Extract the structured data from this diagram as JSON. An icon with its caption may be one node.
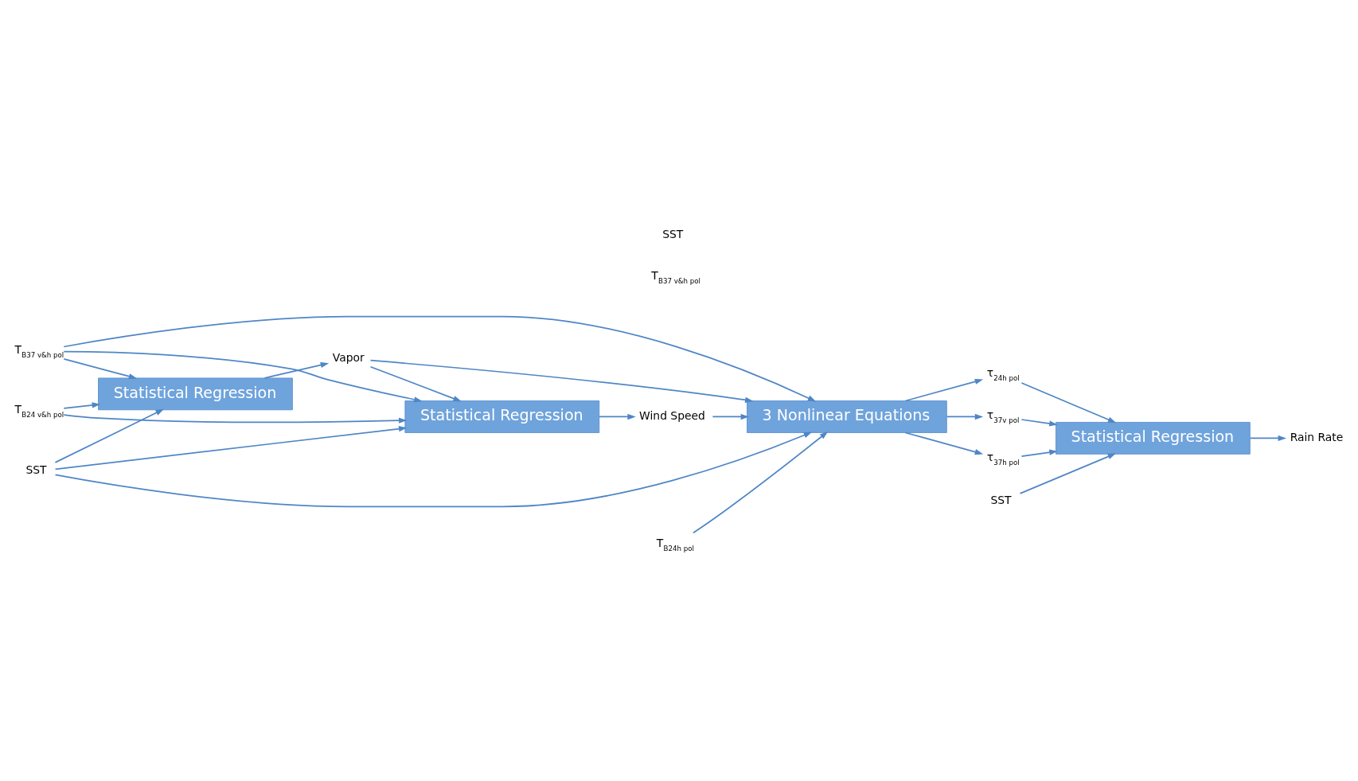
{
  "diagram": {
    "nodes": [
      {
        "text": [
          "T$_{B24 v&h pol}$"
        ]
      },
      {
        "text": [
          "T$_{B37 v&h pol}$"
        ]
      },
      {
        "text": [
          "SST"
        ]
      },
      {
        "text": [
          "Statistical Regression"
        ]
      },
      {
        "text": [
          "Vapor"
        ]
      },
      {
        "text": [
          "Statistical Regression"
        ]
      },
      {
        "text": [
          "Wind Speed"
        ]
      },
      {
        "text": [
          "T$_{B24h pol}$"
        ]
      },
      {
        "text": [
          "3 Nonlinear Equations"
        ]
      },
      {
        "text": [
          "τ$_{24h pol}$"
        ]
      },
      {
        "text": [
          "τ$_{37v pol}$"
        ]
      },
      {
        "text": [
          "τ$_{37h pol}$"
        ]
      },
      {
        "text": [
          "SST"
        ]
      },
      {
        "text": [
          "Statistical Regression"
        ]
      },
      {
        "text": [
          "Rain Rate"
        ]
      }
    ],
    "edges": [
      {
        "from": 0,
        "to": 3,
        "arrow": "to"
      },
      {
        "from": 1,
        "to": 3,
        "arrow": "to"
      },
      {
        "from": 2,
        "to": 3,
        "arrow": "to"
      },
      {
        "from": 3,
        "to": 4,
        "arrow": "to"
      },
      {
        "from": 4,
        "to": 5,
        "arrow": "to"
      },
      {
        "from": 4,
        "to": 8,
        "arrow": "to"
      },
      {
        "from": 0,
        "to": 5,
        "arrow": "to"
      },
      {
        "from": 1,
        "to": 5,
        "arrow": "to"
      },
      {
        "from": 2,
        "to": 5,
        "arrow": "to"
      },
      {
        "from": 5,
        "to": 6,
        "arrow": "to"
      },
      {
        "from": 6,
        "to": 8,
        "arrow": "to"
      },
      {
        "from": 1,
        "to": 8,
        "arrow": "to"
      },
      {
        "from": 2,
        "to": 8,
        "arrow": "to"
      },
      {
        "from": 7,
        "to": 8,
        "arrow": "to"
      },
      {
        "from": 8,
        "to": 9,
        "arrow": "to"
      },
      {
        "from": 8,
        "to": 10,
        "arrow": "to"
      },
      {
        "from": 8,
        "to": 11,
        "arrow": "to"
      },
      {
        "from": 9,
        "to": 13,
        "arrow": "to"
      },
      {
        "from": 10,
        "to": 13,
        "arrow": "to"
      },
      {
        "from": 11,
        "to": 13,
        "arrow": "to"
      },
      {
        "from": 12,
        "to": 13,
        "arrow": "to"
      },
      {
        "from": 13,
        "to": 14,
        "arrow": "to"
      }
    ],
    "labels": [
      "T$_{B37 v&h pol}$",
      "SST"
    ]
  }
}
